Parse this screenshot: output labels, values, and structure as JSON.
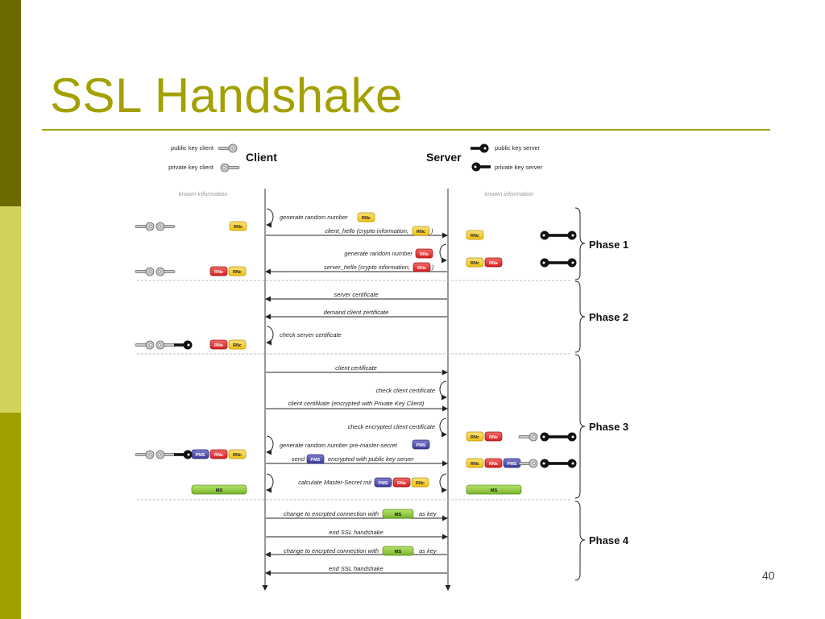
{
  "slide": {
    "title": "SSL Handshake",
    "page_number": "40"
  },
  "colors": {
    "sidebar": [
      "#6b6b00",
      "#d0d35a",
      "#9ea000"
    ],
    "title": "#a3a000",
    "rn_client": "#f5cf2c",
    "rn_server": "#e03030",
    "pms": "#4a4aa8",
    "ms": "#8cc63f"
  },
  "legend": {
    "public_key_client": "public key client",
    "private_key_client": "private key client",
    "public_key_server": "public key server",
    "private_key_server": "private key server"
  },
  "actors": {
    "client": "Client",
    "server": "Server"
  },
  "known_information": "known information",
  "tokens": {
    "rn_client": "RNc",
    "rn_server": "RNs",
    "pms": "PMS",
    "ms": "MS"
  },
  "phases": [
    "Phase 1",
    "Phase 2",
    "Phase 3",
    "Phase 4"
  ],
  "messages": {
    "gen_rn_client": "generate random number",
    "client_hello_pre": "client_hello (crypto information,",
    "close_paren": ")",
    "gen_rn_server": "generate random number",
    "server_hello_pre": "server_hello (crypto information,",
    "server_certificate": "server certificate",
    "demand_client_cert": "demand client zertificate",
    "check_server_cert": "check server certificate",
    "client_certificate": "client certificate",
    "check_client_cert": "check client certificate",
    "client_certifikate": "client certifikate (encrypted with Private Key Client)",
    "check_encrypted_cert": "check encrypted client certificate",
    "gen_pms": "generate random number pre-master-secret",
    "send_pre": "send",
    "send_post": "encrypted with public key server",
    "calc_ms": "calculate Master-Secret mit",
    "change_pre": "change to encrpted connection with",
    "as_key": "as key",
    "end_ssl": "end SSL handshake"
  }
}
